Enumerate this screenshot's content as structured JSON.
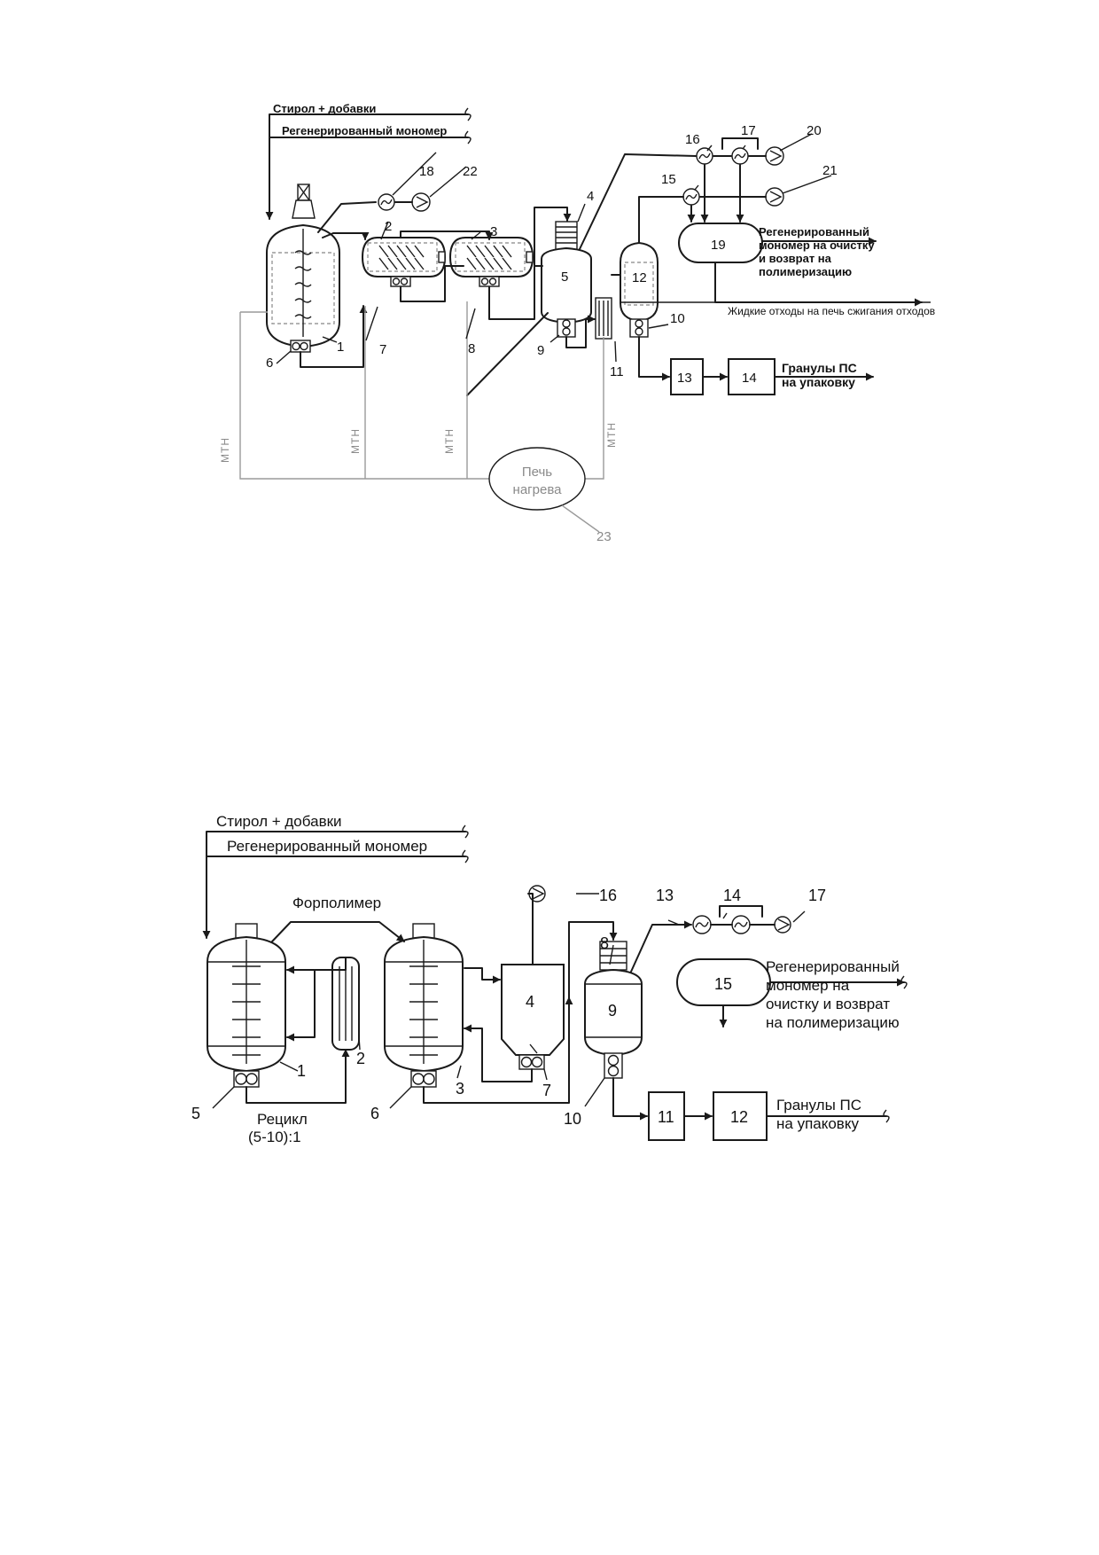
{
  "scheme1": {
    "feed_styrene": "Стирол + добавки",
    "feed_monomer": "Регенерированный мономер",
    "regen_line1": "Регенерированный",
    "regen_line2": "мономер на очистку",
    "regen_line3": "и возврат на",
    "regen_line4": "полимеризацию",
    "liquid_waste": "Жидкие отходы на печь сжигания отходов",
    "granules_line1": "Гранулы ПС",
    "granules_line2": "на упаковку",
    "furnace_line1": "Печь",
    "furnace_line2": "нагрева",
    "heat_carrier": "МТН",
    "numbers": {
      "n1": "1",
      "n2": "2",
      "n3": "3",
      "n4": "4",
      "n5": "5",
      "n6": "6",
      "n7": "7",
      "n8": "8",
      "n9": "9",
      "n10": "10",
      "n11": "11",
      "n12": "12",
      "n13": "13",
      "n14": "14",
      "n15": "15",
      "n16": "16",
      "n17": "17",
      "n18": "18",
      "n19": "19",
      "n20": "20",
      "n21": "21",
      "n22": "22",
      "n23": "23"
    }
  },
  "scheme2": {
    "feed_styrene": "Стирол + добавки",
    "feed_monomer": "Регенерированный мономер",
    "prepolymer": "Форполимер",
    "recycle_line1": "Рецикл",
    "recycle_line2": "(5-10):1",
    "regen_line1": "Регенерированный",
    "regen_line2": "мономер на",
    "regen_line3": "очистку и возврат",
    "regen_line4": "на полимеризацию",
    "granules_line1": "Гранулы ПС",
    "granules_line2": "на упаковку",
    "numbers": {
      "n1": "1",
      "n2": "2",
      "n3": "3",
      "n4": "4",
      "n5": "5",
      "n6": "6",
      "n7": "7",
      "n8": "8",
      "n9": "9",
      "n10": "10",
      "n11": "11",
      "n12": "12",
      "n13": "13",
      "n14": "14",
      "n15": "15",
      "n16": "16",
      "n17": "17"
    }
  }
}
